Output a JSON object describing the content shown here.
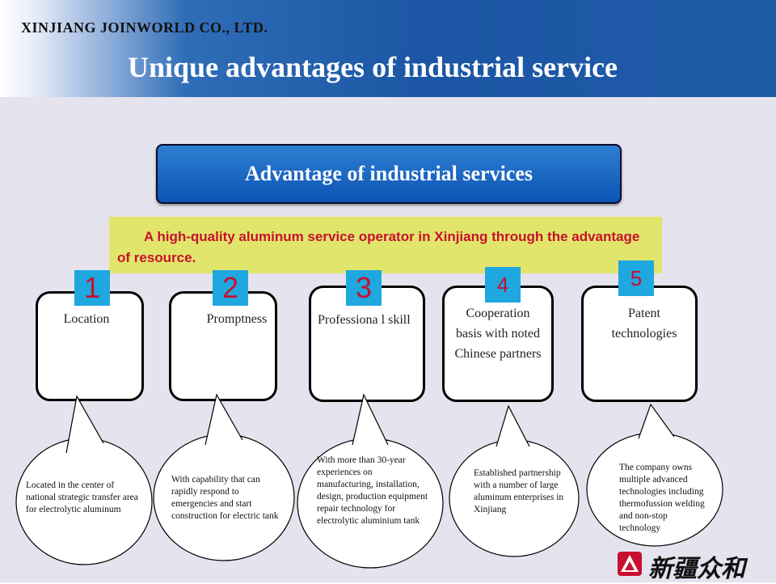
{
  "header": {
    "company": "XINJIANG  JOINWORLD  CO.,  LTD.",
    "title": "Unique advantages of industrial service"
  },
  "banner": {
    "text": "Advantage of industrial services"
  },
  "subtitle": {
    "text": "A high-quality aluminum service operator in Xinjiang through the advantage of resource."
  },
  "items": [
    {
      "number": "1",
      "label": "Location",
      "description": "Located in the center of national strategic transfer area for electrolytic aluminum"
    },
    {
      "number": "2",
      "label": "Promptness",
      "description": "With capability that can rapidly respond to emergencies and start construction for electric tank"
    },
    {
      "number": "3",
      "label": "Professiona l skill",
      "description": "With more than 30-year experiences on manufacturing, installation, design, production equipment repair technology for electrolytic aluminium tank"
    },
    {
      "number": "4",
      "label": "Cooperation basis with noted Chinese partners",
      "description": "Established partnership with a number of large aluminum enterprises in Xinjiang"
    },
    {
      "number": "5",
      "label": "Patent technologies",
      "description": "The company owns multiple advanced technologies including thermofussion welding and non-stop technology"
    }
  ],
  "logo": {
    "text": "新疆众和"
  },
  "colors": {
    "accent": "#1f5aa7",
    "number_bg": "#1fa7df",
    "number_text": "#c8102e",
    "subtitle_bg": "#e1e56b",
    "subtitle_text": "#c8102e"
  }
}
